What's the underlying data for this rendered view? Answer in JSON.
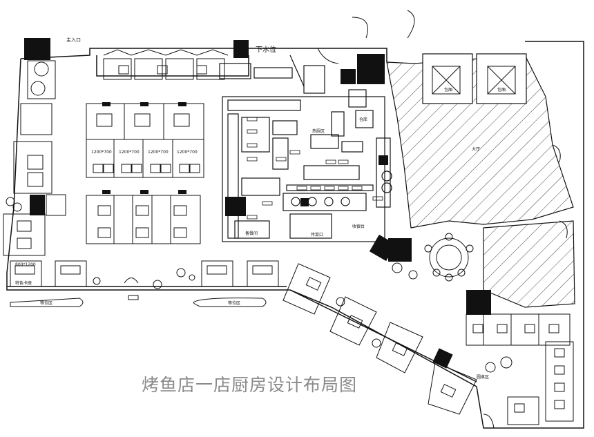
{
  "title": "烤鱼店一店厨房设计布局图",
  "labels": {
    "entrance": "主入口",
    "water_drain": "下水位",
    "waiting_left": "等位区",
    "waiting_right": "等位区",
    "hall": "大厅",
    "private_a": "包厢",
    "private_b": "包厢",
    "warehouse": "仓库",
    "cashier": "收银台",
    "dish_area": "传菜口",
    "booth": "特色卡座",
    "round_table": "圆桌区",
    "hot_kitchen": "热厨区",
    "prep": "备餐间"
  },
  "table_sizes": {
    "t1": "1200*700",
    "t2": "1200*700",
    "t3": "1200*700",
    "t4": "1200*700",
    "t5": "800*1200"
  },
  "colors": {
    "line": "#111111",
    "fill_dark": "#111111",
    "hatch": "#444444",
    "caption": "#8a8a8a"
  }
}
